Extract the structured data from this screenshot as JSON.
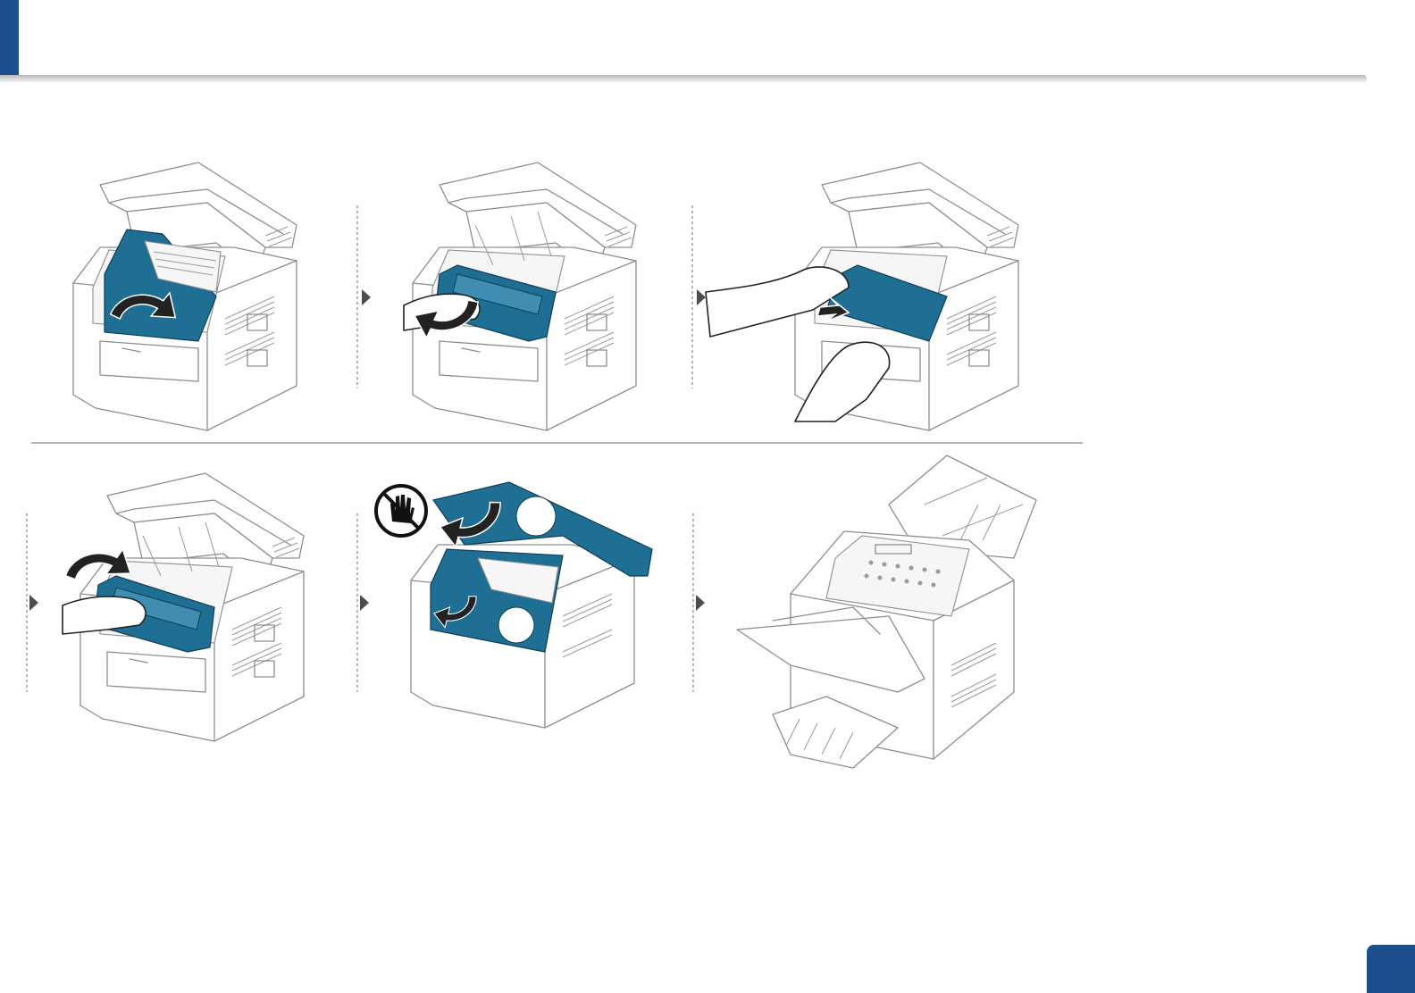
{
  "document": {
    "section_title": "",
    "page_number": ""
  },
  "colors": {
    "brand_blue": "#1d4f8f",
    "part_blue": "#1e6f93"
  },
  "steps": [
    {
      "row": 1,
      "description_icon": "printer-open-cover-release-icon"
    },
    {
      "row": 1,
      "description_icon": "printer-remove-toner-icon"
    },
    {
      "row": 1,
      "description_icon": "printer-pull-jammed-paper-icon"
    },
    {
      "row": 2,
      "description_icon": "printer-insert-toner-icon"
    },
    {
      "row": 2,
      "description_icon": "printer-close-cover-icon"
    },
    {
      "row": 2,
      "description_icon": "printer-closed-ready-icon"
    }
  ],
  "warning_icon": "do-not-touch-icon"
}
